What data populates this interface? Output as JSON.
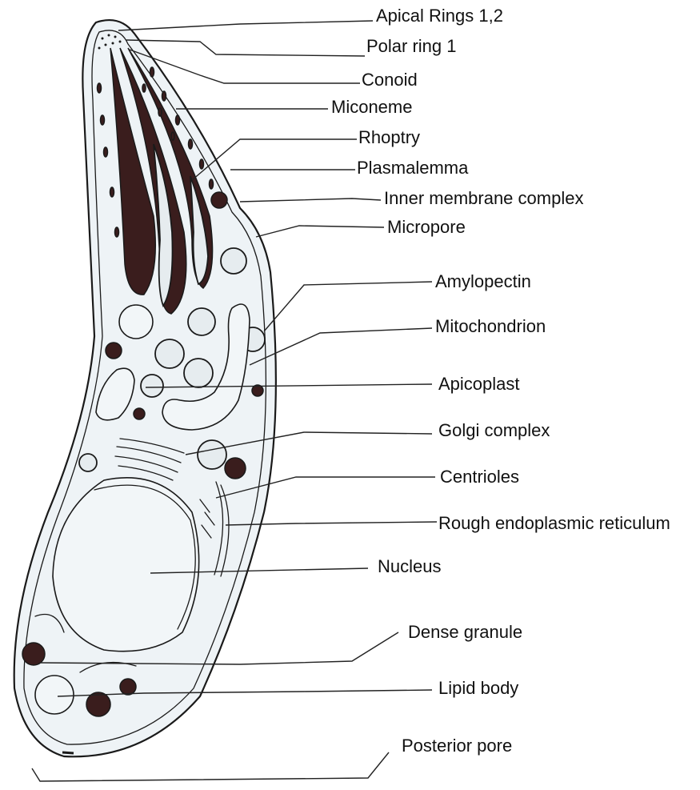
{
  "diagram": {
    "labels": {
      "apical_rings": "Apical Rings 1,2",
      "polar_ring": "Polar ring 1",
      "conoid": "Conoid",
      "microneme": "Miconeme",
      "rhoptry": "Rhoptry",
      "plasmalemma": "Plasmalemma",
      "inner_membrane_complex": "Inner membrane complex",
      "micropore": "Micropore",
      "amylopectin": "Amylopectin",
      "mitochondrion": "Mitochondrion",
      "apicoplast": "Apicoplast",
      "golgi_complex": "Golgi complex",
      "centrioles": "Centrioles",
      "rough_er": "Rough endoplasmic reticulum",
      "nucleus": "Nucleus",
      "dense_granule": "Dense granule",
      "lipid_body": "Lipid body",
      "posterior_pore": "Posterior pore"
    },
    "colors": {
      "ink": "#1a1a1a",
      "organelle_dark": "#3a1d1d",
      "cytoplasm": "#eef3f6"
    }
  }
}
